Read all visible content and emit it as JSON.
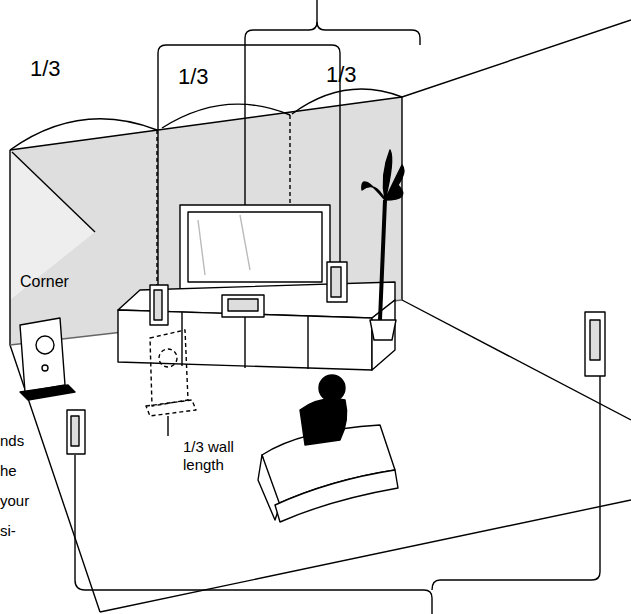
{
  "diagram": {
    "labels": [
      "1/3",
      "1/3",
      "1/3",
      "Corner",
      "1/3 wall length",
      "nds",
      "he",
      "your",
      "si-"
    ]
  }
}
